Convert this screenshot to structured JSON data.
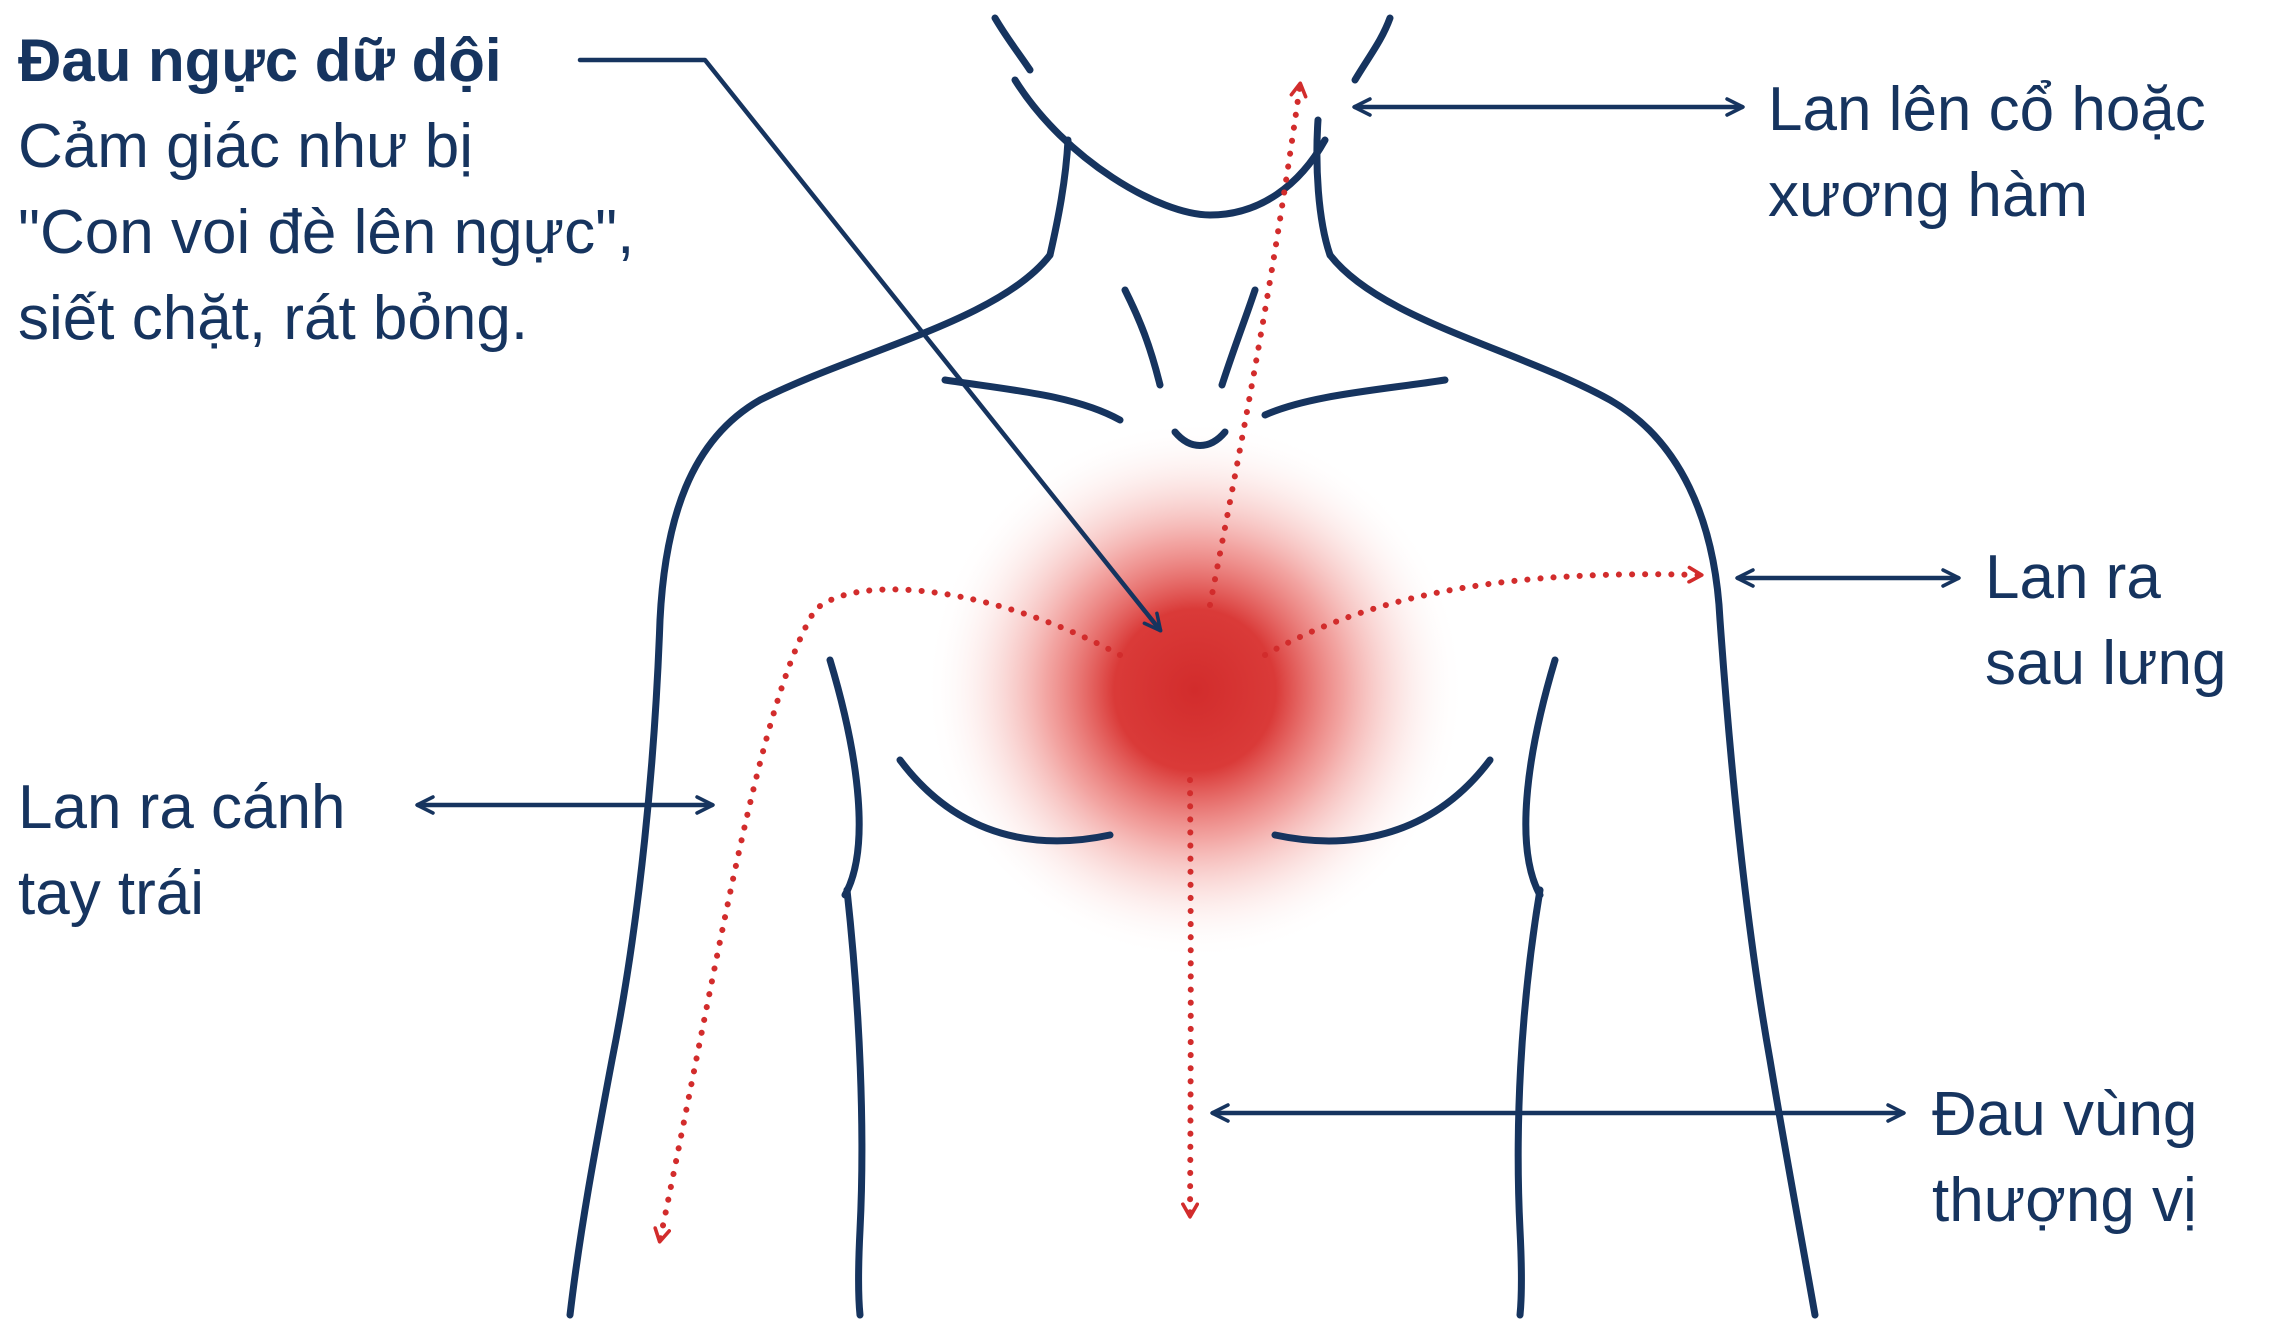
{
  "main_callout": {
    "title": "Đau ngực dữ dội",
    "lines": [
      "Cảm giác như bị",
      "\"Con voi đè lên ngực\",",
      "siết chặt, rát bỏng."
    ]
  },
  "labels": {
    "neck_jaw": [
      "Lan lên cổ hoặc",
      "xương hàm"
    ],
    "back": [
      "Lan ra",
      "sau lưng"
    ],
    "left_arm": [
      "Lan ra cánh",
      "tay trái"
    ],
    "epigastric": [
      "Đau vùng",
      "thượng vị"
    ]
  },
  "colors": {
    "outline": "#16345f",
    "pain": "#d22c2c",
    "background": "#ffffff"
  }
}
